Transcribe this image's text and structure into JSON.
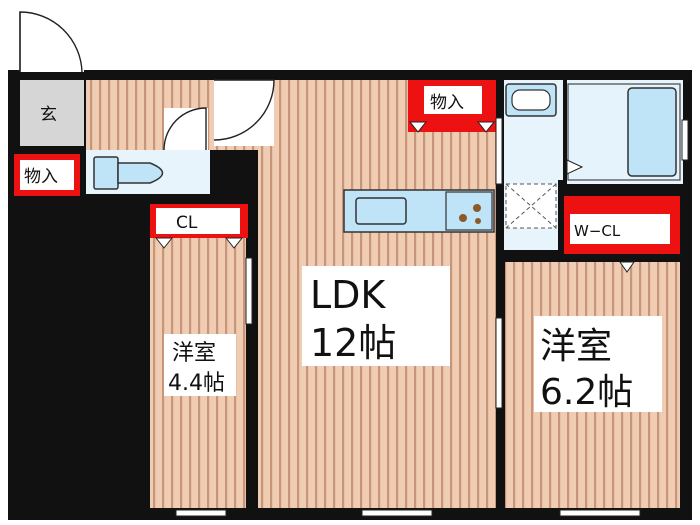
{
  "rooms": {
    "ldk": {
      "name": "LDK",
      "size": "12帖"
    },
    "western_small": {
      "name": "洋室",
      "size": "4.4帖"
    },
    "western_large": {
      "name": "洋室",
      "size": "6.2帖"
    },
    "entrance": {
      "name": "玄"
    }
  },
  "storage": {
    "entrance_storage": "物入",
    "ldk_storage": "物入",
    "closet": "CL",
    "walk_in_closet": "W−CL"
  },
  "colors": {
    "wall": "#111111",
    "storage_red": "#ee1111",
    "floor_wood": "#e9c2a4",
    "wet_area": "#bfe3f7"
  }
}
